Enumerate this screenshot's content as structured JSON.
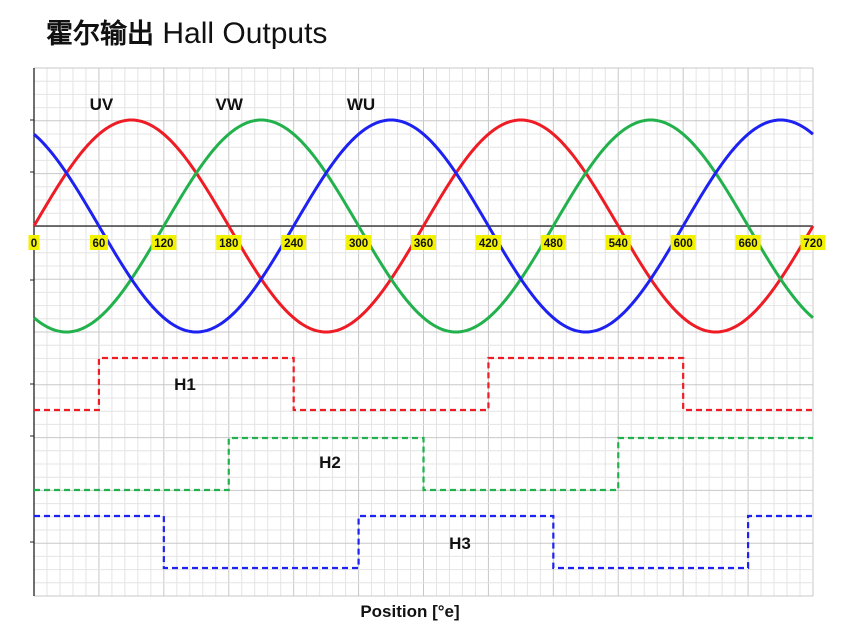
{
  "header": {
    "title_cn": "霍尔输出",
    "title_en": "Hall Outputs"
  },
  "chart_data": {
    "type": "line",
    "title": "霍尔输出 Hall Outputs",
    "xlabel": "Position [°e]",
    "ylabel": "",
    "xlim": [
      0,
      720
    ],
    "x_ticks": [
      "0",
      "60",
      "120",
      "180",
      "240",
      "300",
      "360",
      "420",
      "480",
      "540",
      "600",
      "660",
      "720"
    ],
    "grid": true,
    "colors": {
      "UV": "#ee1c24",
      "VW": "#22b14c",
      "WU": "#1e22f0",
      "tick_bg": "#f2f200"
    },
    "series": [
      {
        "name": "UV",
        "kind": "sine",
        "phase_peak_deg": 90,
        "period_deg": 360,
        "amplitude": 1
      },
      {
        "name": "VW",
        "kind": "sine",
        "phase_peak_deg": 210,
        "period_deg": 360,
        "amplitude": 1
      },
      {
        "name": "WU",
        "kind": "sine",
        "phase_peak_deg": 330,
        "period_deg": 360,
        "amplitude": 1
      }
    ],
    "digital_series": [
      {
        "name": "H1",
        "color": "#ee1c24",
        "steps": [
          {
            "x": 0,
            "v": 0
          },
          {
            "x": 60,
            "v": 1
          },
          {
            "x": 240,
            "v": 0
          },
          {
            "x": 420,
            "v": 1
          },
          {
            "x": 600,
            "v": 0
          },
          {
            "x": 720,
            "v": 0
          }
        ]
      },
      {
        "name": "H2",
        "color": "#22b14c",
        "steps": [
          {
            "x": 0,
            "v": 0
          },
          {
            "x": 180,
            "v": 1
          },
          {
            "x": 360,
            "v": 0
          },
          {
            "x": 540,
            "v": 1
          },
          {
            "x": 720,
            "v": 1
          }
        ]
      },
      {
        "name": "H3",
        "color": "#1e22f0",
        "steps": [
          {
            "x": 0,
            "v": 1
          },
          {
            "x": 120,
            "v": 0
          },
          {
            "x": 300,
            "v": 1
          },
          {
            "x": 480,
            "v": 0
          },
          {
            "x": 660,
            "v": 1
          },
          {
            "x": 720,
            "v": 1
          }
        ]
      }
    ]
  }
}
